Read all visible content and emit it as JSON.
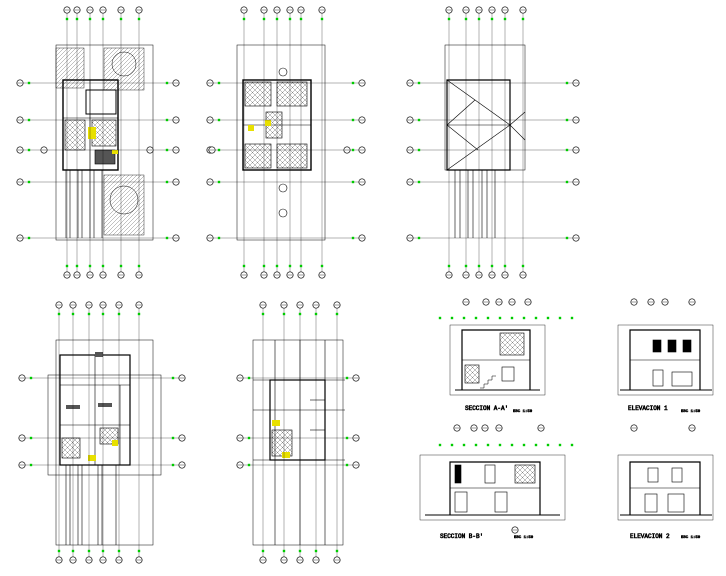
{
  "colors": {
    "line": "#000000",
    "dimension_mark": "#00cc00",
    "accent": "#e8e000",
    "hatch": "#555555"
  },
  "drawings": [
    {
      "id": "ground-floor-plan",
      "kind": "plan"
    },
    {
      "id": "upper-floor-plan",
      "kind": "plan"
    },
    {
      "id": "roof-plan",
      "kind": "roof"
    },
    {
      "id": "foundation-plan",
      "kind": "plan"
    },
    {
      "id": "structural-plan",
      "kind": "plan"
    },
    {
      "id": "section-a-a",
      "kind": "section",
      "title": "SECCION A-A'",
      "scale": "ESC 1:50"
    },
    {
      "id": "elevation-1",
      "kind": "elevation",
      "title": "ELEVACION 1",
      "scale": "ESC 1:50"
    },
    {
      "id": "section-b-b",
      "kind": "section",
      "title": "SECCION B-B'",
      "scale": "ESC 1:50"
    },
    {
      "id": "elevation-2",
      "kind": "elevation",
      "title": "ELEVACION 2",
      "scale": "ESC 1:50"
    }
  ]
}
